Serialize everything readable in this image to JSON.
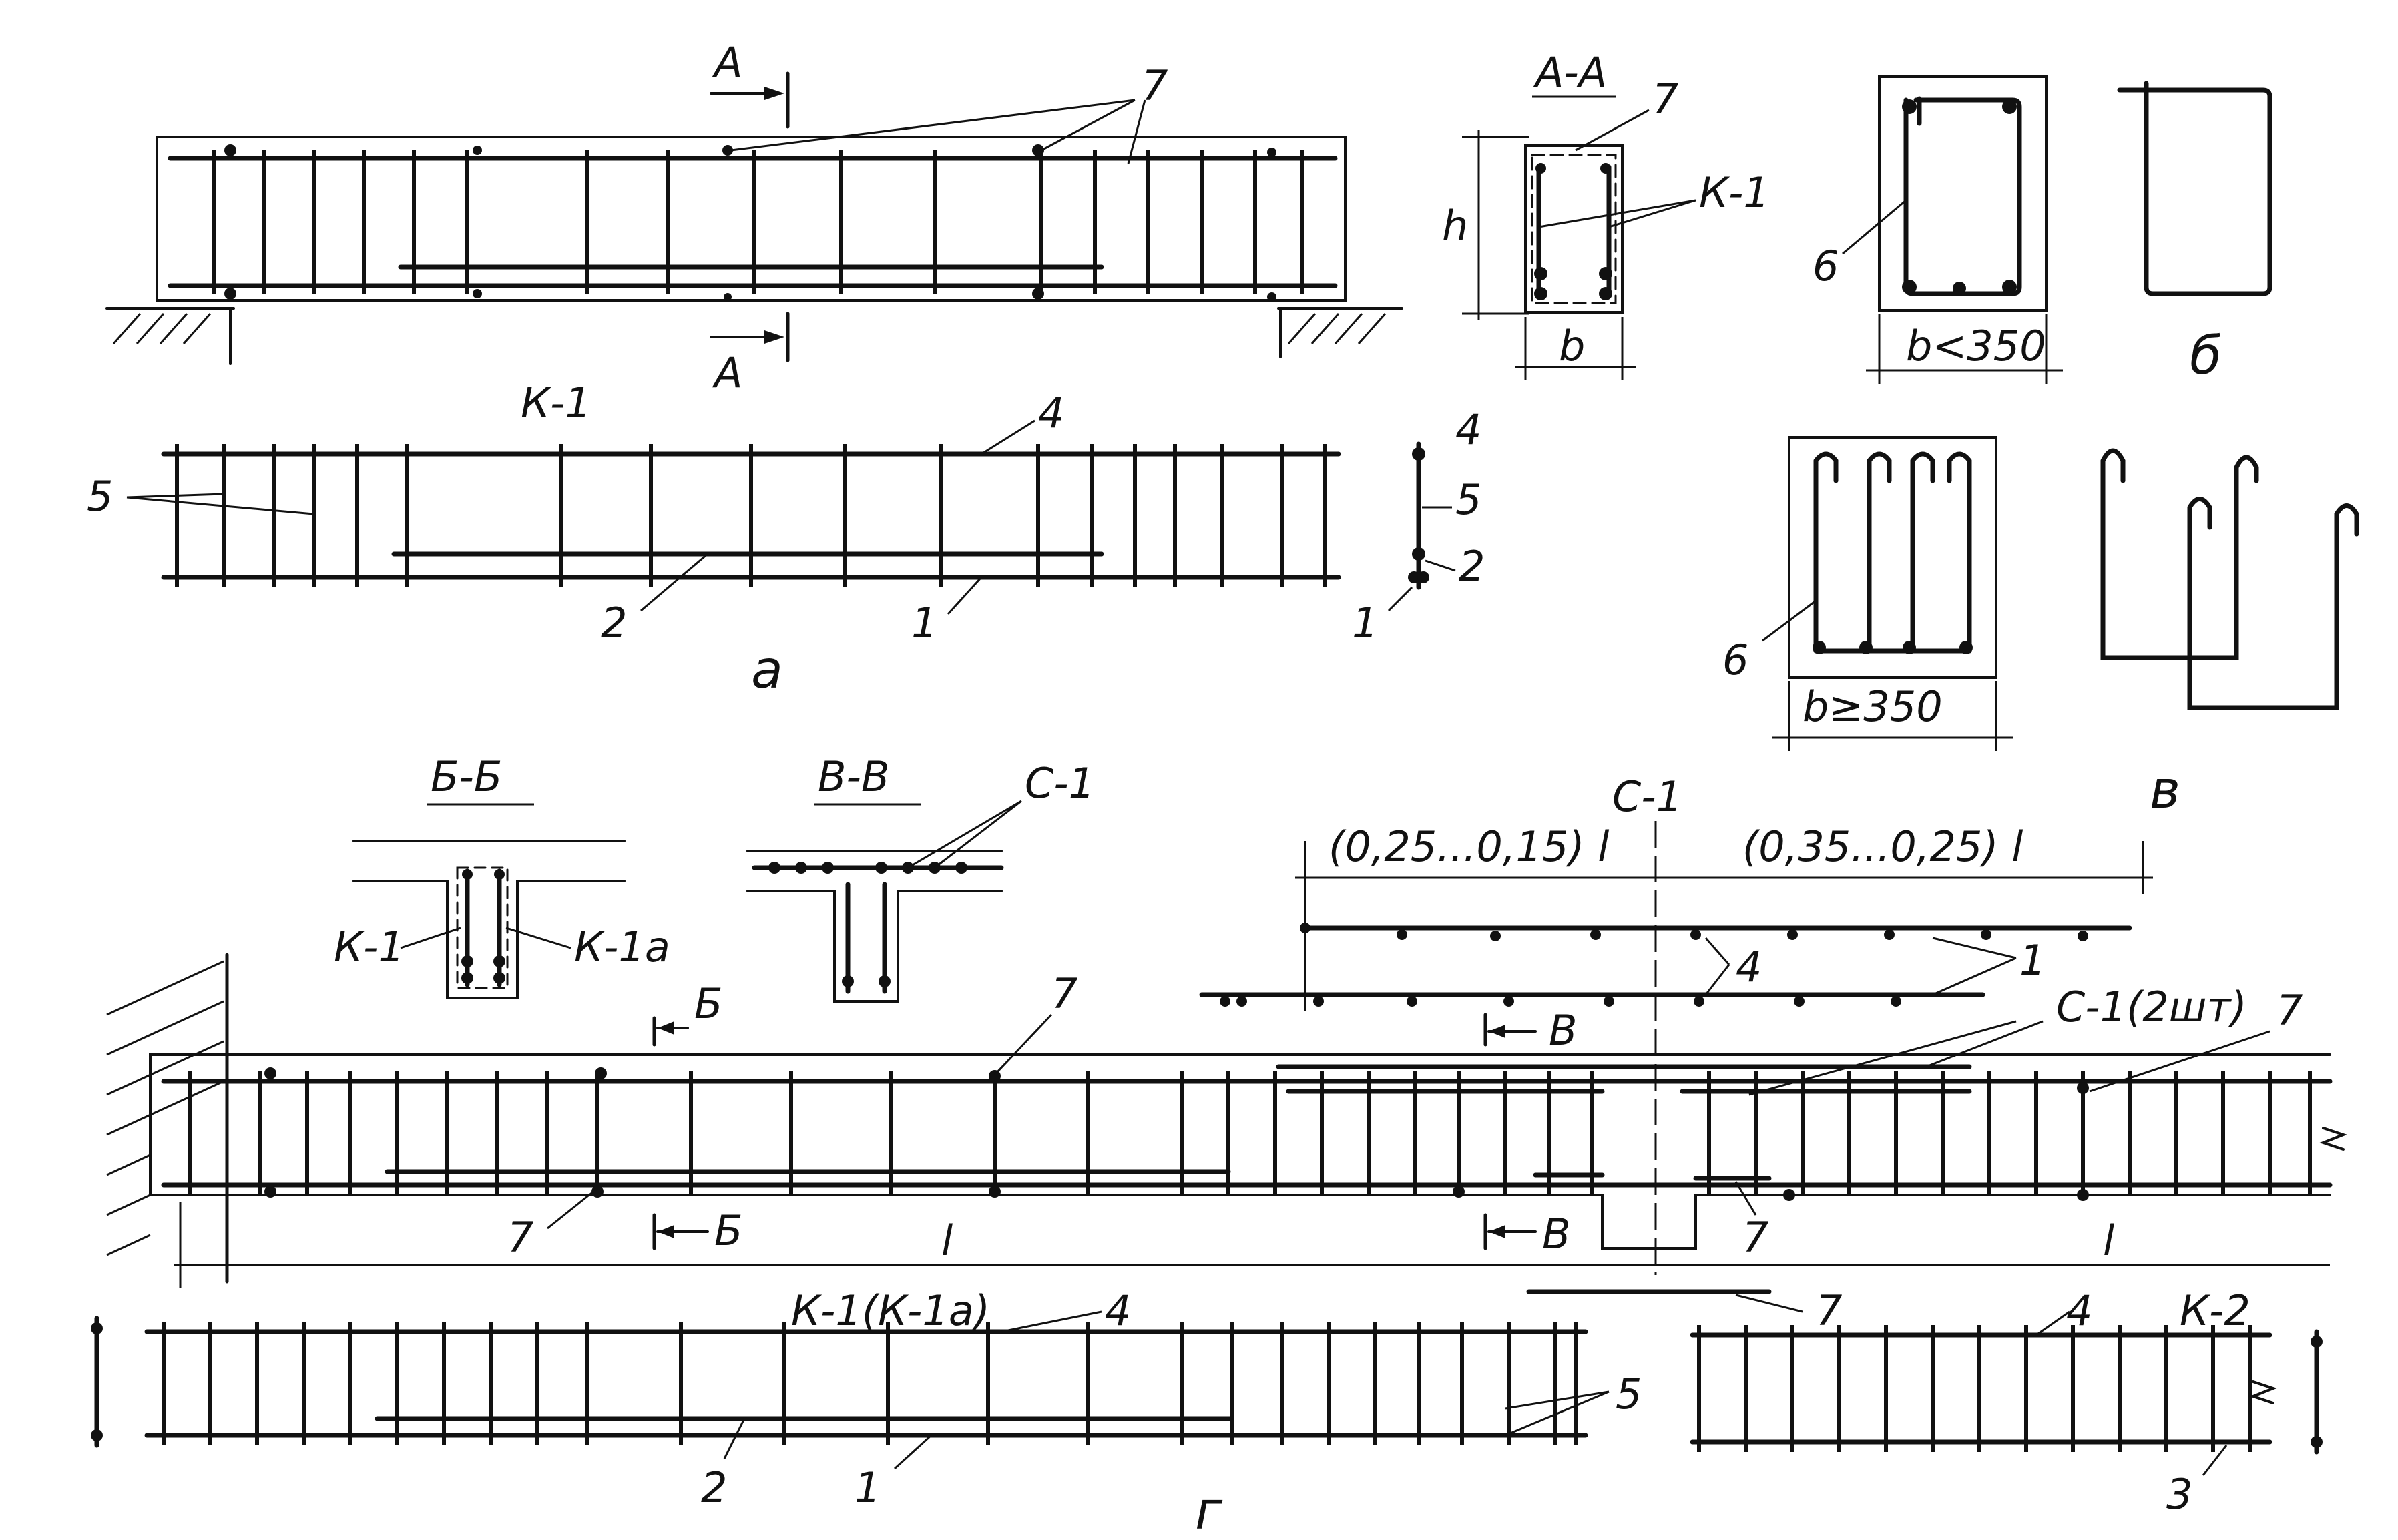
{
  "labels": {
    "section_a_mark": "А",
    "section_aa_title": "А-А",
    "section_bb_title": "Б-Б",
    "section_vv_title": "В-В",
    "section_b_mark": "Б",
    "section_v_mark": "В",
    "k1_title": "К-1",
    "k1_label": "К-1",
    "k1a_label": "К-1а",
    "k1_k1a_title": "К-1(К-1а)",
    "k2_title": "К-2",
    "c1_title": "С-1",
    "c1_label": "С-1",
    "c1_2pcs": "С-1(2шт)",
    "dim_h": "h",
    "dim_b": "b",
    "dim_b_lt": "b<350",
    "dim_b_ge": "b≥350",
    "dim_l": "l",
    "dim_left": "(0,25...0,15) l",
    "dim_right": "(0,35...0,25) l",
    "fig_a": "а",
    "fig_b": "б",
    "fig_v": "в",
    "fig_g": "г",
    "n1": "1",
    "n2": "2",
    "n3": "3",
    "n4": "4",
    "n5": "5",
    "n6": "6",
    "n7": "7"
  }
}
